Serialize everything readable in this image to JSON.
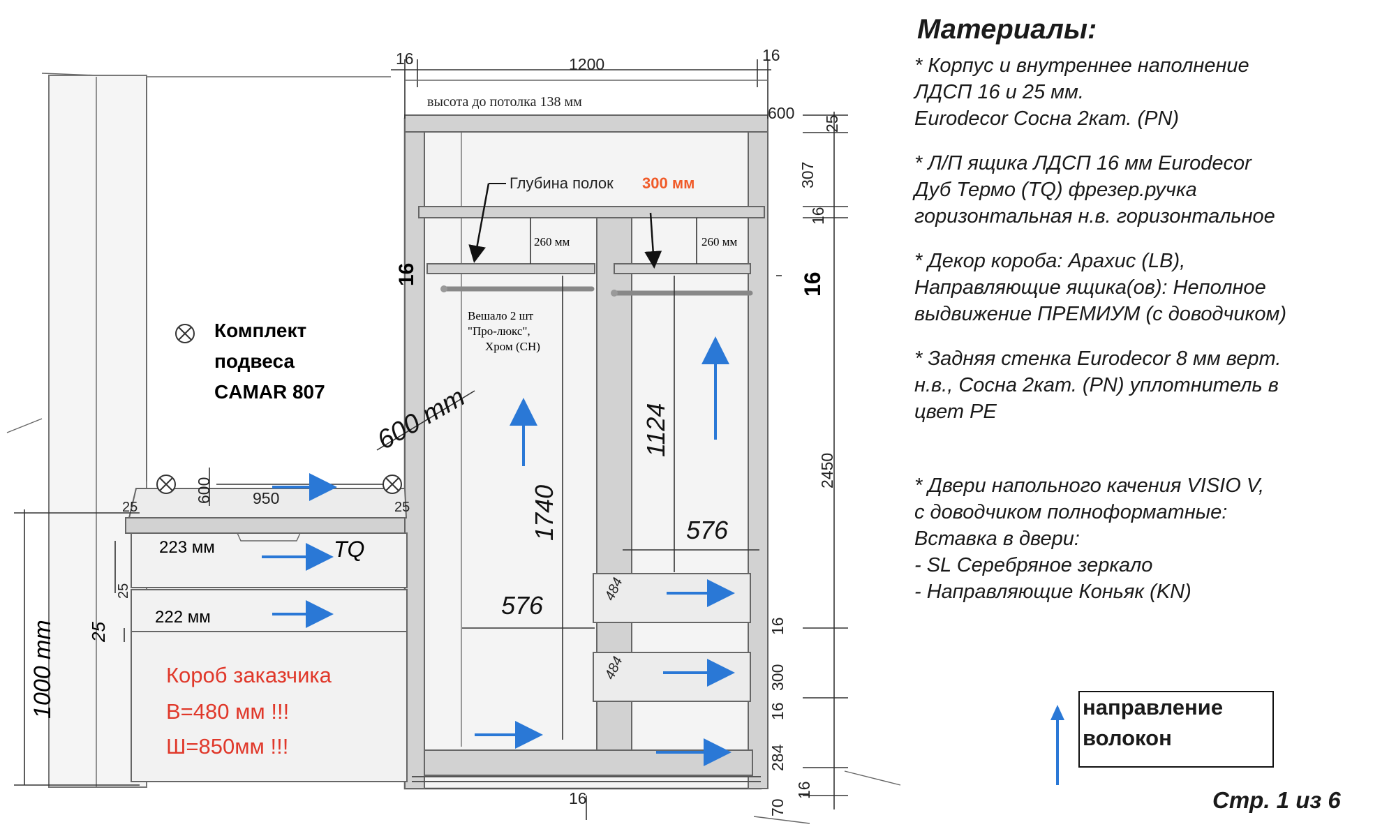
{
  "dimensions": {
    "top_left_side": "16",
    "top_width": "1200",
    "top_right_side": "16",
    "ceiling_gap": "высота до потолка 138 мм",
    "depth_top": "600",
    "top_panel": "25",
    "top_section": "307",
    "shelf_thickness_upper": "16",
    "shelf_depth_label": "Глубина полок",
    "shelf_depth_value": "300 мм",
    "shelf_gap_left": "260 мм",
    "shelf_gap_right": "260 мм",
    "left_shelf_thickness": "16",
    "right_shelf_thickness": "16",
    "rod_note": [
      "Вешало 2 шт",
      "\"Про-люкс\",",
      "Хром (CH)"
    ],
    "depth_diagonal": "600 mm",
    "left_hang_height": "1740",
    "right_hang_height": "1124",
    "total_height": "2450",
    "left_width": "576",
    "right_width": "576",
    "drawer_diag_1": "484",
    "drawer_diag_2": "484",
    "right_16a": "16",
    "right_300": "300",
    "right_16b": "16",
    "right_284": "284",
    "right_16c": "16",
    "right_70": "70",
    "bottom_16": "16"
  },
  "hanging_kit": [
    "Комплект",
    "подвеса",
    "CAMAR 807"
  ],
  "box": {
    "depth": "600",
    "width": "950",
    "side_left": "25",
    "side_right": "25",
    "drawer1": "223 мм",
    "drawer1_mark": "TQ",
    "drawer2": "222 мм",
    "gap25_a": "25",
    "gap25_b": "25",
    "height_total": "1000 mm",
    "customer_box": [
      "Короб заказчика",
      "В=480 мм   !!!",
      "Ш=850мм   !!!"
    ]
  },
  "materials": {
    "title": "Материалы:",
    "blocks": [
      [
        "* Корпус и внутреннее наполнение",
        "ЛДСП 16 и 25 мм.",
        "Eurodecor Сосна 2кат. (PN)"
      ],
      [
        "* Л/П ящика ЛДСП 16 мм Eurodecor",
        "Дуб Термо (TQ) фрезер.ручка",
        "горизонтальная  н.в. горизонтальное"
      ],
      [
        "* Декор короба: Арахис (LB),",
        "Направляющие ящика(ов): Неполное",
        "выдвижение ПРЕМИУМ (с доводчиком)"
      ],
      [
        "* Задняя стенка Eurodecor 8 мм верт.",
        "н.в., Сосна 2кат. (PN) уплотнитель в",
        "цвет PE"
      ],
      [
        "* Двери напольного качения VISIO V,",
        "с доводчиком полноформатные:",
        " Вставка в двери:",
        "- SL Серебряное зеркало",
        "- Направляющие Коньяк (KN)"
      ]
    ]
  },
  "legend": {
    "line1": "направление",
    "line2": "волокон"
  },
  "page": "Стр. 1 из 6",
  "colors": {
    "arrow": "#2a78d6",
    "red_text": "#e0382a",
    "orange_text": "#f05a28",
    "panel": "#d2d2d2"
  }
}
